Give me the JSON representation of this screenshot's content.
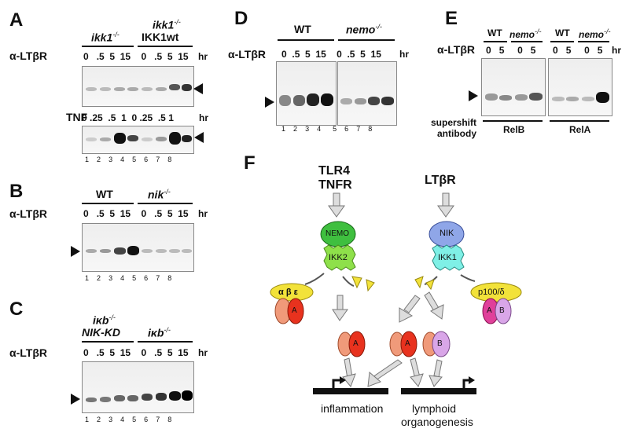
{
  "panels": {
    "A": {
      "letter": "A",
      "group1": "ikk1",
      "group1_sup": "-/-",
      "group2_line1": "ikk1",
      "group2_sup": "-/-",
      "group2_line2": "IKK1wt",
      "treatment1": "α-LTβR",
      "times1": [
        "0",
        ".5",
        "5",
        "15"
      ],
      "unit1": "hr",
      "treatment2": "TNF",
      "times2": [
        "0",
        ".25",
        ".5",
        "1",
        "0",
        ".25",
        ".5",
        "1"
      ],
      "unit2": "hr",
      "lanes": [
        "1",
        "2",
        "3",
        "4",
        "5",
        "6",
        "7",
        "8"
      ]
    },
    "B": {
      "letter": "B",
      "group1": "WT",
      "group2": "nik",
      "group2_sup": "-/-",
      "treatment": "α-LTβR",
      "times": [
        "0",
        ".5",
        "5",
        "15"
      ],
      "unit": "hr",
      "lanes": [
        "1",
        "2",
        "3",
        "4",
        "5",
        "6",
        "7",
        "8"
      ]
    },
    "C": {
      "letter": "C",
      "group1_line1": "iκb",
      "group1_sup": "-/-",
      "group1_line2": "NIK-KD",
      "group2": "iκb",
      "group2_sup": "-/-",
      "treatment": "α-LTβR",
      "times": [
        "0",
        ".5",
        "5",
        "15"
      ],
      "unit": "hr",
      "lanes": [
        "1",
        "2",
        "3",
        "4",
        "5",
        "6",
        "7",
        "8"
      ]
    },
    "D": {
      "letter": "D",
      "group1": "WT",
      "group2": "nemo",
      "group2_sup": "-/-",
      "treatment": "α-LTβR",
      "times": [
        "0",
        ".5",
        "5",
        "15"
      ],
      "unit": "hr",
      "lanes": [
        "1",
        "2",
        "3",
        "4",
        "5",
        "6",
        "7",
        "8"
      ]
    },
    "E": {
      "letter": "E",
      "group1": "WT",
      "group2": "nemo",
      "group2_sup": "-/-",
      "treatment": "α-LTβR",
      "times": [
        "0",
        "5"
      ],
      "unit": "hr",
      "supershift_line1": "supershift",
      "supershift_line2": "antibody",
      "antibody1": "RelB",
      "antibody2": "RelA"
    },
    "F": {
      "letter": "F",
      "left_receptor_line1": "TLR4",
      "left_receptor_line2": "TNFR",
      "right_receptor": "LTβR",
      "nemo": "NEMO",
      "ikk2": "IKK2",
      "nik": "NIK",
      "ikk1": "IKK1",
      "ikb_complex": "α β ε",
      "p100": "p100/δ",
      "subunit_a": "A",
      "subunit_b": "B",
      "outcome1": "inflammation",
      "outcome2_line1": "lymphoid",
      "outcome2_line2": "organogenesis"
    }
  },
  "colors": {
    "nemo_green": "#3fbf3f",
    "ikk2_green": "#8ee04a",
    "nik_blue": "#8fa6e8",
    "ikk1_cyan": "#7ff0e6",
    "yellow": "#f2e23a",
    "rela_red": "#e8321e",
    "partner_salmon": "#f09a7a",
    "relb_lilac": "#d9a6e8",
    "magenta": "#e0409a"
  }
}
